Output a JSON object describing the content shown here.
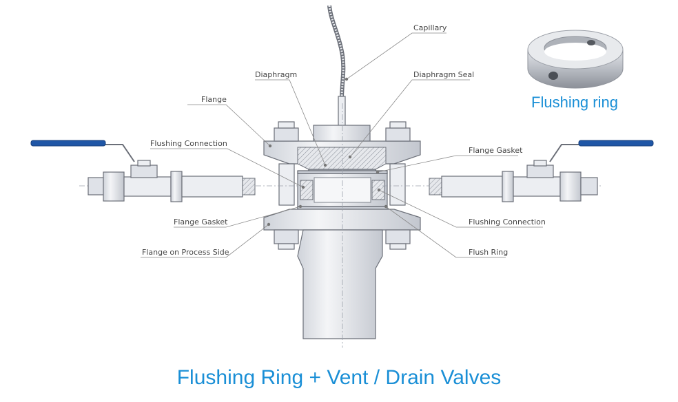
{
  "labels": {
    "capillary": "Capillary",
    "diaphragm": "Diaphragm",
    "diaphragm_seal": "Diaphragm Seal",
    "flange": "Flange",
    "flushing_connection_left": "Flushing Connection",
    "flange_gasket_right": "Flange Gasket",
    "flange_gasket_left": "Flange Gasket",
    "flushing_connection_right": "Flushing Connection",
    "flange_process_side": "Flange on Process Side",
    "flush_ring": "Flush Ring"
  },
  "inset": {
    "caption": "Flushing ring"
  },
  "title": "Flushing Ring + Vent / Drain Valves",
  "colors": {
    "accent": "#1a8fd6",
    "valve_handle": "#1f56a6"
  }
}
